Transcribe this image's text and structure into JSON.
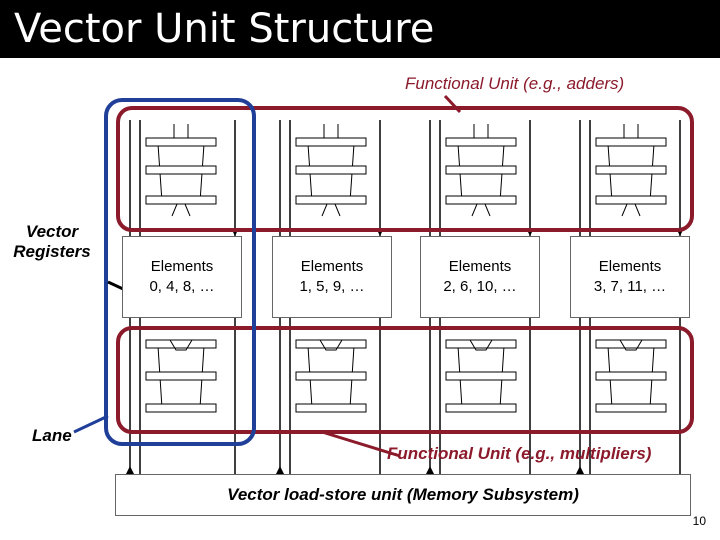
{
  "slide": {
    "title": "Vector Unit Structure",
    "page_number": "10"
  },
  "labels": {
    "functional_unit_top": "Functional Unit (e.g., adders)",
    "functional_unit_bottom": "Functional Unit (e.g., multipliers)",
    "vector_registers": "Vector Registers",
    "lane": "Lane",
    "memory_unit": "Vector load-store unit (Memory Subsystem)"
  },
  "lanes": [
    {
      "line1": "Elements",
      "line2": "0, 4, 8, …"
    },
    {
      "line1": "Elements",
      "line2": "1, 5, 9, …"
    },
    {
      "line1": "Elements",
      "line2": "2, 6, 10, …"
    },
    {
      "line1": "Elements",
      "line2": "3, 7, 11, …"
    }
  ],
  "colors": {
    "title_bg": "#000000",
    "title_fg": "#ffffff",
    "functional_unit_outline": "#8b1a2b",
    "lane_outline": "#1f3f99"
  }
}
